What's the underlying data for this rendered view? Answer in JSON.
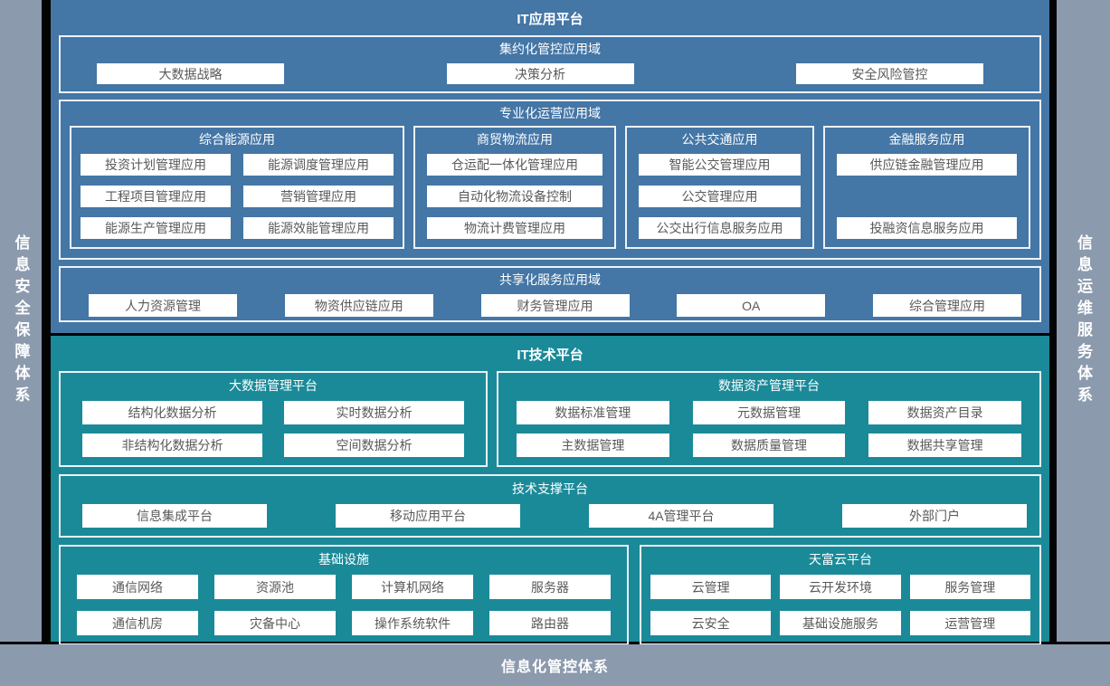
{
  "colors": {
    "app_platform_blue": "#4476a6",
    "tech_platform_teal": "#1a8a99",
    "frame_gray": "#8c9aae",
    "box_text_gray": "#595959",
    "border_white": "#eef3f8"
  },
  "sidebars": {
    "left": "信息安全保障体系",
    "right": "信息运维服务体系"
  },
  "bottom_bar": {
    "label": "信息化管控体系"
  },
  "app_platform": {
    "title": "IT应用平台",
    "domains": [
      {
        "title": "集约化管控应用域",
        "items": [
          "大数据战略",
          "决策分析",
          "安全风险管控"
        ]
      },
      {
        "title": "专业化运营应用域",
        "groups": [
          {
            "title": "综合能源应用",
            "items": [
              "投资计划管理应用",
              "能源调度管理应用",
              "工程项目管理应用",
              "营销管理应用",
              "能源生产管理应用",
              "能源效能管理应用"
            ]
          },
          {
            "title": "商贸物流应用",
            "items": [
              "仓运配一体化管理应用",
              "自动化物流设备控制",
              "物流计费管理应用"
            ]
          },
          {
            "title": "公共交通应用",
            "items": [
              "智能公交管理应用",
              "公交管理应用",
              "公交出行信息服务应用"
            ]
          },
          {
            "title": "金融服务应用",
            "items": [
              "供应链金融管理应用",
              "投融资信息服务应用"
            ]
          }
        ]
      },
      {
        "title": "共享化服务应用域",
        "items": [
          "人力资源管理",
          "物资供应链应用",
          "财务管理应用",
          "OA",
          "综合管理应用"
        ]
      }
    ]
  },
  "tech_platform": {
    "title": "IT技术平台",
    "groups": [
      {
        "title": "大数据管理平台",
        "items": [
          "结构化数据分析",
          "实时数据分析",
          "非结构化数据分析",
          "空间数据分析"
        ]
      },
      {
        "title": "数据资产管理平台",
        "items": [
          "数据标准管理",
          "元数据管理",
          "数据资产目录",
          "主数据管理",
          "数据质量管理",
          "数据共享管理"
        ]
      },
      {
        "title": "技术支撑平台",
        "items": [
          "信息集成平台",
          "移动应用平台",
          "4A管理平台",
          "外部门户"
        ]
      },
      {
        "title": "基础设施",
        "items": [
          "通信网络",
          "资源池",
          "计算机网络",
          "服务器",
          "通信机房",
          "灾备中心",
          "操作系统软件",
          "路由器"
        ]
      },
      {
        "title": "天富云平台",
        "items": [
          "云管理",
          "云开发环境",
          "服务管理",
          "云安全",
          "基础设施服务",
          "运营管理"
        ]
      }
    ]
  }
}
